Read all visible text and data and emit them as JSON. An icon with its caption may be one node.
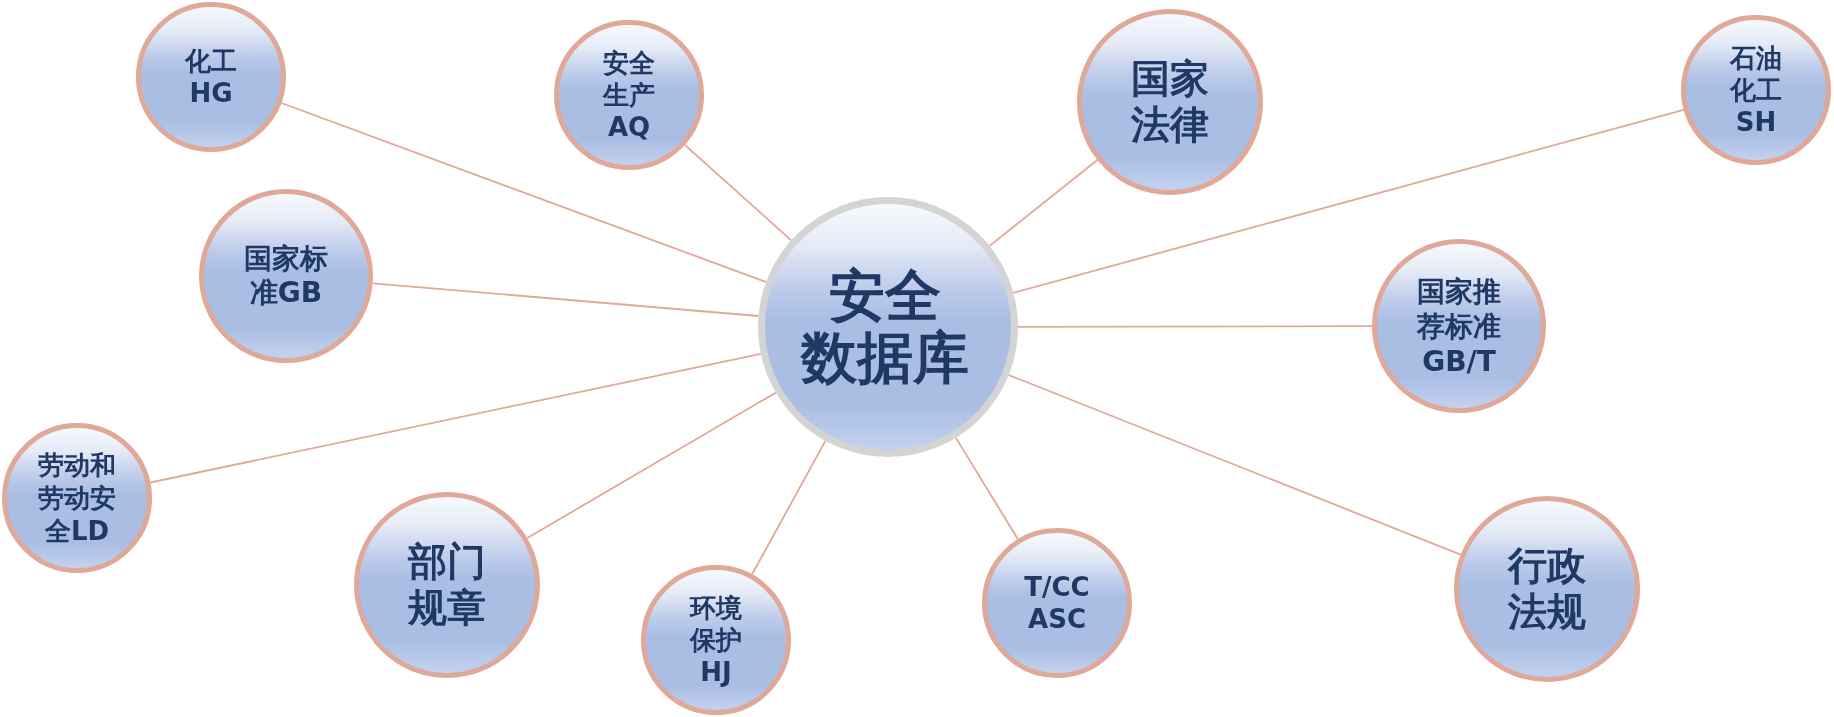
{
  "diagram": {
    "nodes": [
      {
        "text": [
          "安全数据库"
        ]
      },
      {
        "text": [
          "化工HG"
        ]
      },
      {
        "text": [
          "安全生产AQ"
        ]
      },
      {
        "text": [
          "国家法律"
        ]
      },
      {
        "text": [
          "石油化工SH"
        ]
      },
      {
        "text": [
          "国家标准GB"
        ]
      },
      {
        "text": [
          "国家推荐标准GB/T"
        ]
      },
      {
        "text": [
          "劳动和劳动安全LD"
        ]
      },
      {
        "text": [
          "部门规章"
        ]
      },
      {
        "text": [
          "环境保护HJ"
        ]
      },
      {
        "text": [
          "T/CC ASC"
        ]
      },
      {
        "text": [
          "行政法规"
        ]
      }
    ],
    "edges": [
      {
        "from": 0,
        "to": 1,
        "arrow": "none"
      },
      {
        "from": 0,
        "to": 2,
        "arrow": "none"
      },
      {
        "from": 0,
        "to": 3,
        "arrow": "none"
      },
      {
        "from": 0,
        "to": 4,
        "arrow": "none"
      },
      {
        "from": 0,
        "to": 5,
        "arrow": "none"
      },
      {
        "from": 0,
        "to": 6,
        "arrow": "none"
      },
      {
        "from": 0,
        "to": 7,
        "arrow": "none"
      },
      {
        "from": 0,
        "to": 8,
        "arrow": "none"
      },
      {
        "from": 0,
        "to": 9,
        "arrow": "none"
      },
      {
        "from": 0,
        "to": 10,
        "arrow": "none"
      },
      {
        "from": 0,
        "to": 11,
        "arrow": "none"
      }
    ]
  }
}
